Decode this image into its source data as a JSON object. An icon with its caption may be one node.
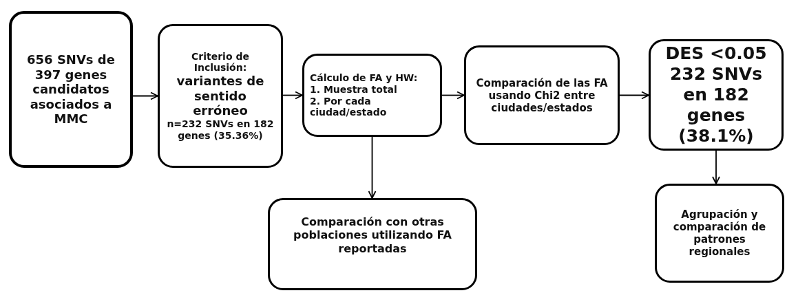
{
  "diagram": {
    "nodes": [
      {
        "text": [
          "656 SNVs de 397 genes candidatos asociados a MMC"
        ]
      },
      {
        "text": [
          "Criterio de Inclusión:",
          "variantes de sentido erróneo",
          "n=232 SNVs en 182 genes (35.36%)"
        ]
      },
      {
        "text": [
          "Cálculo de FA y HW:",
          "1. Muestra total",
          "2. Por cada ciudad/estado"
        ]
      },
      {
        "text": [
          "Comparación de las FA usando Chi2 entre ciudades/estados"
        ]
      },
      {
        "text": [
          "DES <0.05 232 SNVs en 182 genes (38.1%)"
        ]
      },
      {
        "text": [
          "Comparación con otras poblaciones utilizando FA reportadas"
        ]
      },
      {
        "text": [
          "Agrupación y comparación de patrones regionales"
        ]
      }
    ],
    "edges": [
      {
        "from": 0,
        "to": 1,
        "arrow": "to"
      },
      {
        "from": 1,
        "to": 2,
        "arrow": "to"
      },
      {
        "from": 2,
        "to": 3,
        "arrow": "to"
      },
      {
        "from": 3,
        "to": 4,
        "arrow": "to"
      },
      {
        "from": 2,
        "to": 5,
        "arrow": "to"
      },
      {
        "from": 4,
        "to": 6,
        "arrow": "to"
      }
    ]
  }
}
